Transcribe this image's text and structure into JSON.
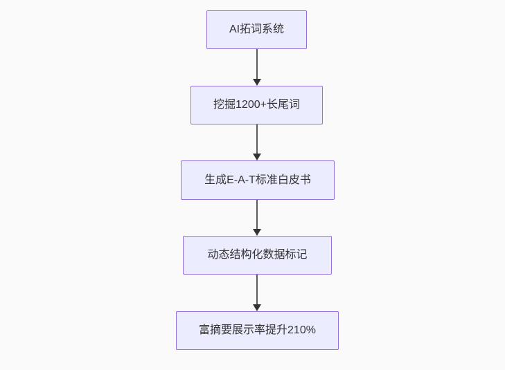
{
  "flowchart": {
    "type": "flowchart",
    "direction": "top-down",
    "nodes": [
      {
        "id": "step-1",
        "label": "AI拓词系统"
      },
      {
        "id": "step-2",
        "label": "挖掘1200+长尾词"
      },
      {
        "id": "step-3",
        "label": "生成E-A-T标准白皮书"
      },
      {
        "id": "step-4",
        "label": "动态结构化数据标记"
      },
      {
        "id": "step-5",
        "label": "富摘要展示率提升210%"
      }
    ],
    "edges": [
      {
        "from": "step-1",
        "to": "step-2",
        "style": "arrow"
      },
      {
        "from": "step-2",
        "to": "step-3",
        "style": "arrow"
      },
      {
        "from": "step-3",
        "to": "step-4",
        "style": "arrow"
      },
      {
        "from": "step-4",
        "to": "step-5",
        "style": "arrow"
      }
    ],
    "colors": {
      "background": "#fafafa",
      "node_fill": "#ececff",
      "node_border": "#9370db",
      "node_text": "#333333",
      "arrow_line": "#5b5b5b",
      "arrow_head": "#333333"
    }
  }
}
